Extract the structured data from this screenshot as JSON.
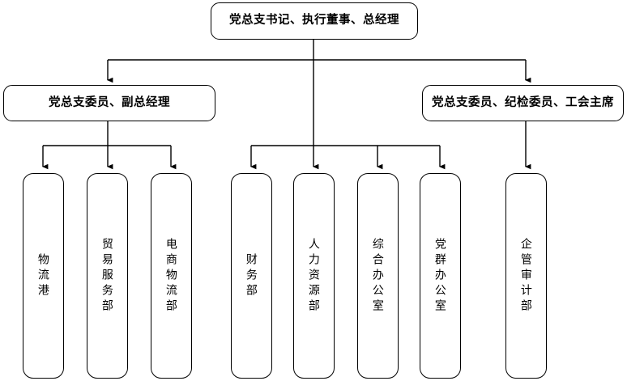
{
  "chart": {
    "type": "org-chart",
    "title": "",
    "orientation": "top-down",
    "levels": 3,
    "colors": {
      "background": "#ffffff",
      "stroke": "#000000",
      "text": "#000000"
    }
  },
  "top": {
    "id": "top-leader",
    "label": "党总支书记、执行董事、总经理"
  },
  "managers": [
    {
      "id": "deputy-gm",
      "label": "党总支委员、副总经理",
      "position": "left"
    },
    {
      "id": "discipline-union",
      "label": "党总支委员、纪检委员、工会主席",
      "position": "right"
    }
  ],
  "departments": [
    {
      "id": "logistics-port",
      "label": "物流港",
      "parent": "deputy-gm"
    },
    {
      "id": "trade-service",
      "label": "贸易服务部",
      "parent": "deputy-gm"
    },
    {
      "id": "ecommerce-logistics",
      "label": "电商物流部",
      "parent": "deputy-gm"
    },
    {
      "id": "finance",
      "label": "财务部",
      "parent": "top-leader"
    },
    {
      "id": "human-resources",
      "label": "人力资源部",
      "parent": "top-leader"
    },
    {
      "id": "general-office",
      "label": "综合办公室",
      "parent": "top-leader"
    },
    {
      "id": "party-mass-office",
      "label": "党群办公室",
      "parent": "top-leader"
    },
    {
      "id": "audit-management",
      "label": "企管审计部",
      "parent": "discipline-union"
    }
  ]
}
